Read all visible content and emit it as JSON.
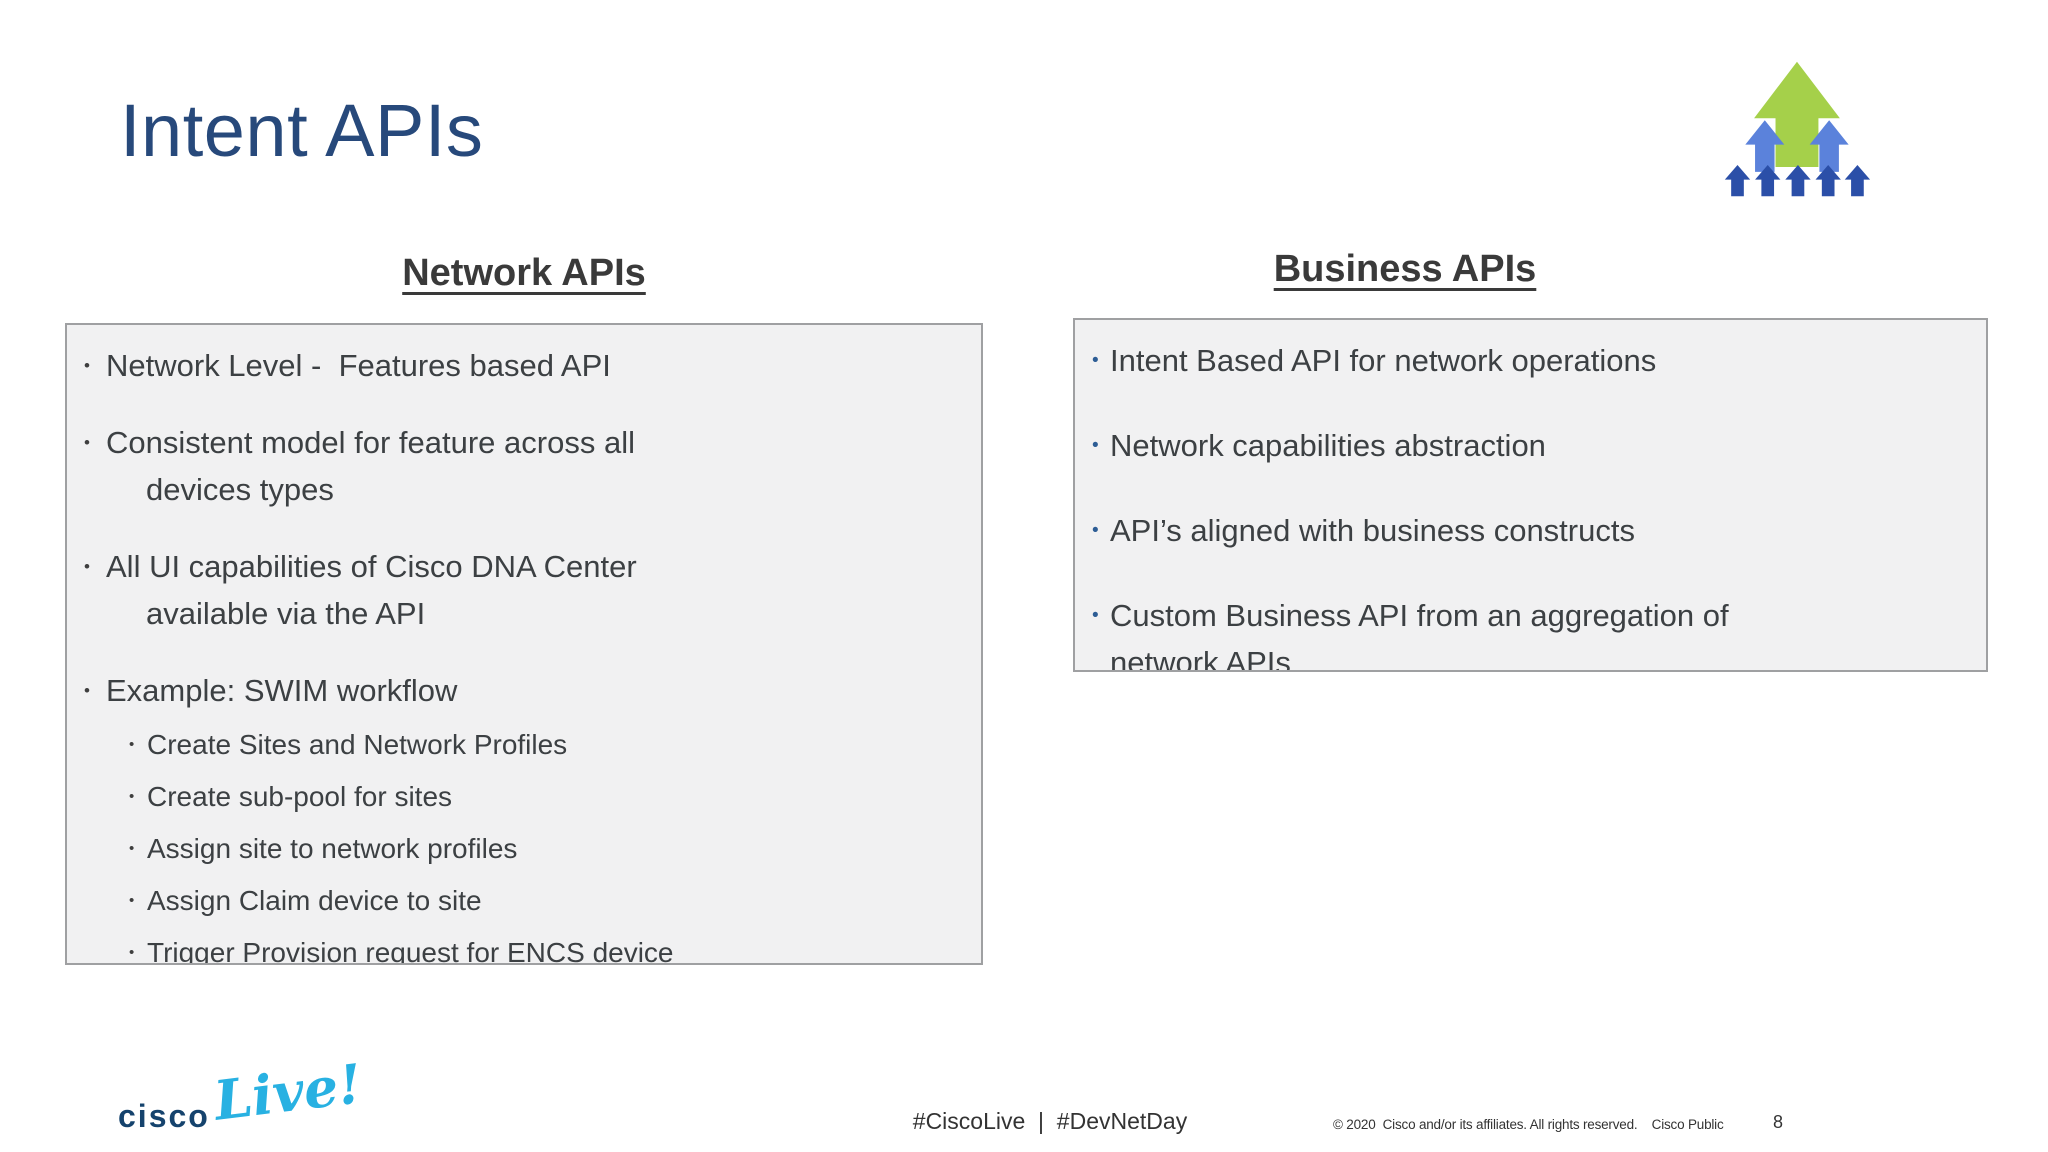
{
  "slide": {
    "title": "Intent APIs",
    "page_number": "8",
    "footer": {
      "logo_cisco": "cisco",
      "logo_live": "Live!",
      "hashtags": "#CiscoLive  |  #DevNetDay",
      "copyright": "© 2020  Cisco and/or its affiliates. All rights reserved.    Cisco Public"
    }
  },
  "columns": {
    "network": {
      "header": "Network APIs",
      "items": [
        {
          "line1": "Network Level -  Features based API"
        },
        {
          "line1": "Consistent model for feature across all",
          "line2": "devices types"
        },
        {
          "line1": "All UI capabilities of Cisco DNA Center",
          "line2": "available via the API"
        },
        {
          "line1": "Example: SWIM workflow"
        }
      ],
      "subitems": [
        "Create Sites and Network Profiles",
        "Create sub-pool for sites",
        "Assign site to network profiles",
        "Assign Claim device to site",
        "Trigger Provision request for ENCS device"
      ]
    },
    "business": {
      "header": "Business APIs",
      "items": [
        {
          "line1": "Intent Based API for network operations"
        },
        {
          "line1": "Network capabilities abstraction"
        },
        {
          "line1": "API’s aligned with business constructs"
        },
        {
          "line1": "Custom Business API from an aggregation of",
          "line2": "network APIs"
        }
      ]
    }
  },
  "icon": {
    "name": "growth-arrows",
    "colors": {
      "green": "#a5d04a",
      "blue": "#5b82db",
      "dark_blue": "#2b4fa8"
    }
  },
  "colors": {
    "title": "#27497b",
    "body_text": "#3c4043",
    "box_background": "#f1f1f2",
    "box_border": "#9fa0a2",
    "business_bullet": "#2d5d95",
    "cisco_navy": "#15436d",
    "live_cyan": "#28b1e2"
  },
  "bullet_glyph": "•"
}
